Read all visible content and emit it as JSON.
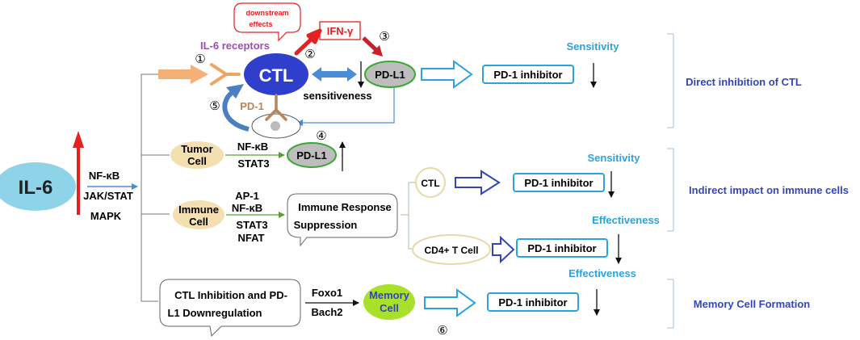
{
  "labels": {
    "il6": "IL-6",
    "signals_main": [
      "NF-κB",
      "JAK/STAT",
      "MAPK"
    ],
    "downstream": [
      "downstream",
      "effects"
    ],
    "ifn": "IFN-γ",
    "il6_receptors": "IL-6 receptors",
    "ctl_main": "CTL",
    "pdl1": "PD-L1",
    "sensitiveness": "sensitiveness",
    "pd1": "PD-1",
    "pd1_inhibitor": "PD-1 inhibitor",
    "sensitivity": "Sensitivity",
    "effectiveness": "Effectiveness",
    "tumor_cell": [
      "Tumor",
      "Cell"
    ],
    "tumor_signals": [
      "NF-κB",
      "STAT3"
    ],
    "immune_cell": [
      "Immune",
      "Cell"
    ],
    "immune_signals": [
      "AP-1",
      "NF-κB",
      "STAT3",
      "NFAT"
    ],
    "immune_suppression": [
      "Immune Response",
      "Suppression"
    ],
    "ctl_small": "CTL",
    "cd4": "CD4+ T Cell",
    "ctl_inhibition": [
      "CTL Inhibition and PD-",
      "L1 Downregulation"
    ],
    "memory_signals": [
      "Foxo1",
      "Bach2"
    ],
    "memory_cell": [
      "Memory",
      "Cell"
    ],
    "n1": "①",
    "n2": "②",
    "n3": "③",
    "n4": "④",
    "n5": "⑤",
    "n6": "⑥",
    "direct": "Direct inhibition of CTL",
    "indirect": "Indirect impact on immune cells",
    "memory_formation": "Memory Cell Formation"
  }
}
